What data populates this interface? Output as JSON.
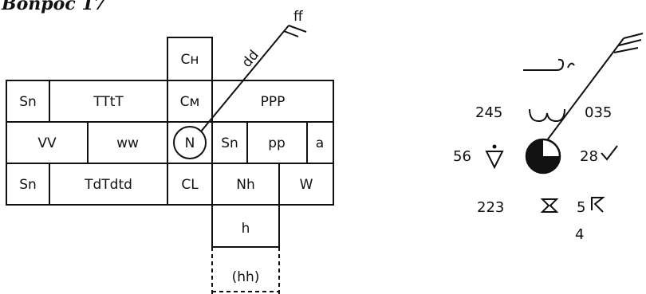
{
  "header": {
    "text": "Вопрос 17"
  },
  "station_model_scheme": {
    "wind_label": "ff",
    "wind_direction_label": "dd",
    "cells": {
      "ch": "Cн",
      "cm": "Cм",
      "cl": "CL",
      "n_total": "N",
      "sn_row1": "Sn",
      "ttt": "TTtT",
      "ppp": "PPP",
      "vv": "VV",
      "ww": "ww",
      "sn_row2": "Sn",
      "pp": "pp",
      "a": "a",
      "sn_row3": "Sn",
      "td": "TdTdtd",
      "nh": "Nh",
      "w": "W",
      "h": "h",
      "hh": "(hh)"
    }
  },
  "example_plot": {
    "top_value": "245",
    "top_right_value": "035",
    "left_value": "56",
    "right_value": "28",
    "bottom_left_value": "223",
    "bottom_right_value": "5",
    "bottom_value": "4",
    "icons": {
      "high_cloud": "cirrus-symbol",
      "mid_cloud": "altocumulus-symbol",
      "low_cloud": "stratocumulus-symbol",
      "weather": "shower-symbol",
      "total_cloud": "three-quarter-filled-circle",
      "tendency": "check-tendency-symbol",
      "past_weather": "thunderstorm-symbol",
      "wind": "wind-barb"
    }
  }
}
